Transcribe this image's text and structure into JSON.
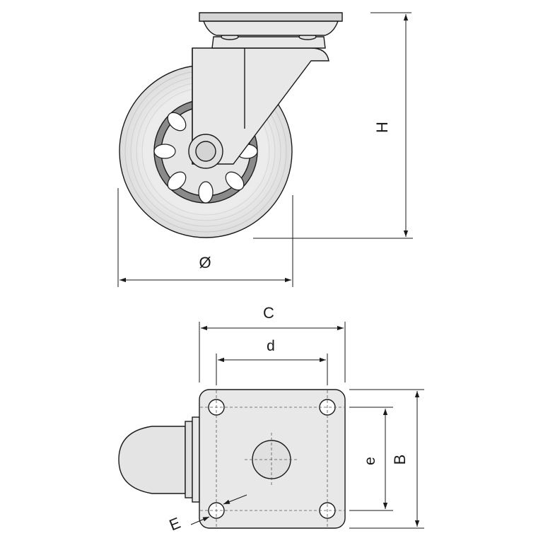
{
  "labels": {
    "height": "H",
    "diameter": "Ø",
    "plate_width": "C",
    "hole_spacing_x": "d",
    "hole_spacing_y": "e",
    "plate_length": "B",
    "hole_diameter": "E"
  },
  "colors": {
    "stroke": "#1a1a1a",
    "fill_light": "#e8e8e8",
    "fill_mid": "#d4d4d4",
    "rim_dark": "#8a8a8a",
    "hidden_line": "#555555"
  }
}
